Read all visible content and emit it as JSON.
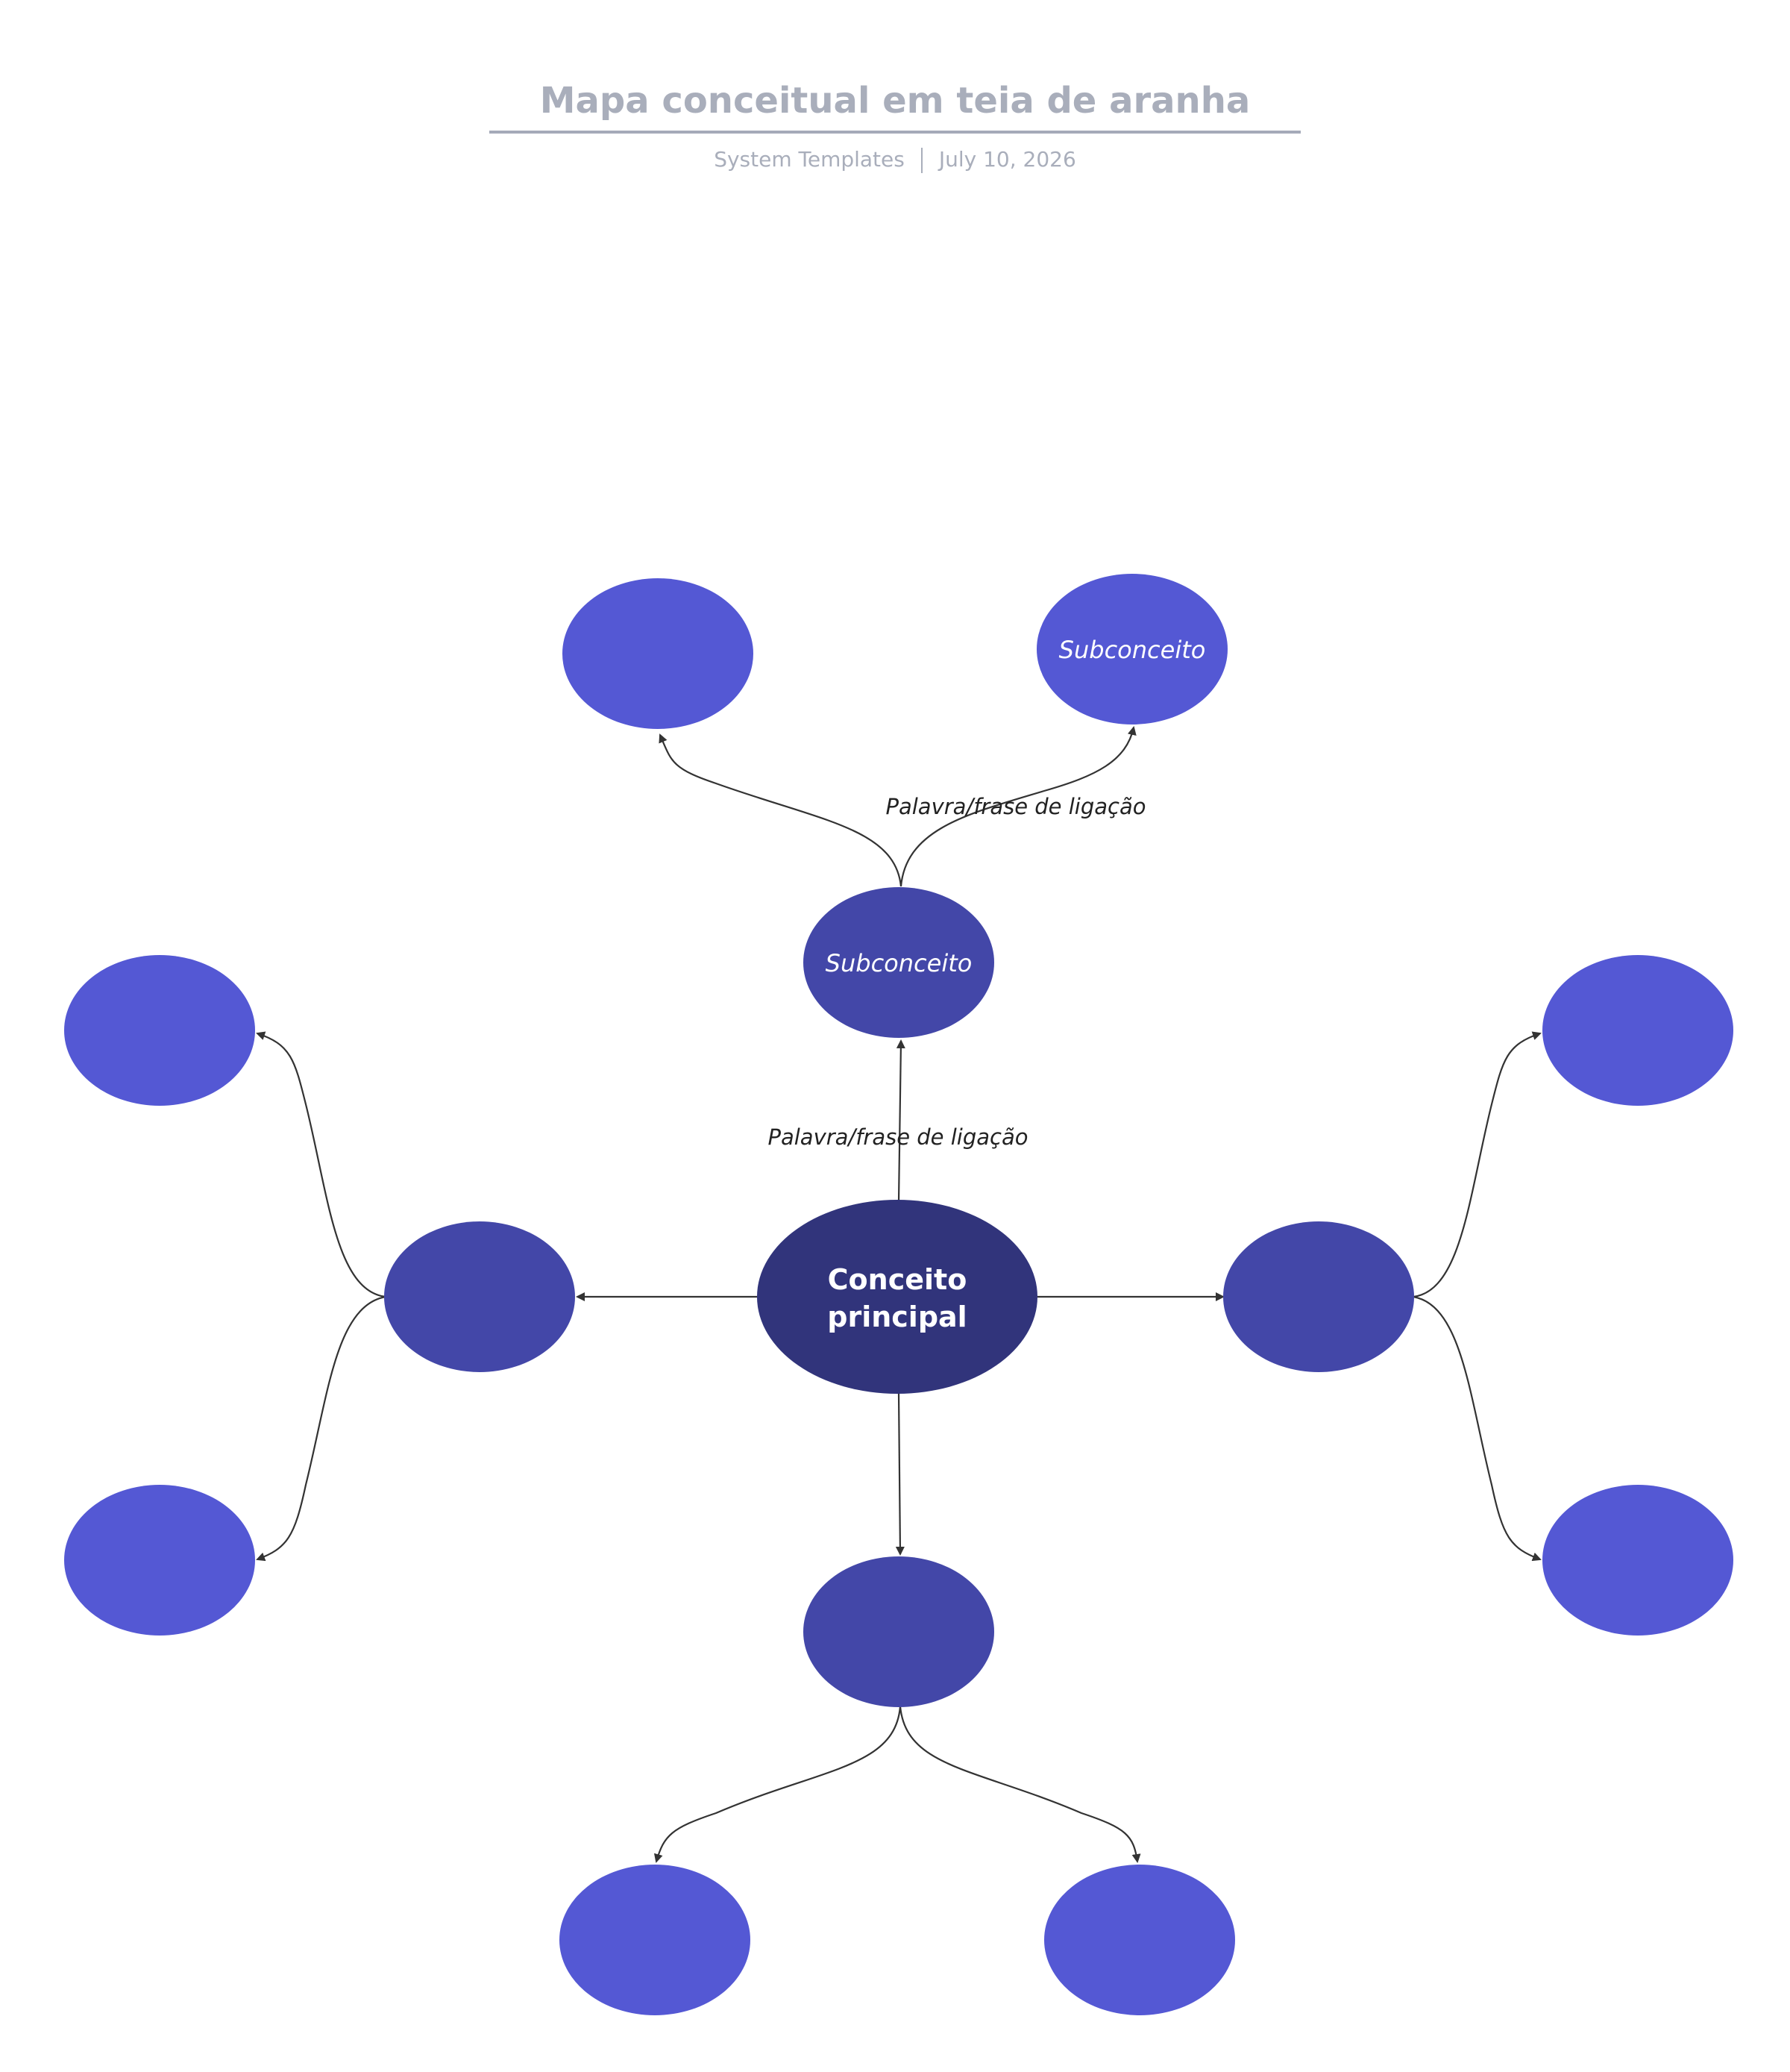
{
  "header": {
    "title": "Mapa conceitual em teia de aranha",
    "author": "System Templates",
    "date": "July 10, 2026"
  },
  "colors": {
    "main_node": "#31347b",
    "sub_node": "#4347a8",
    "leaf_node": "#5458d4",
    "edge": "#333333"
  },
  "diagram": {
    "main_concept": "Conceito principal",
    "subconcept_top": "Subconceito",
    "subconcept_left": "",
    "subconcept_right": "",
    "subconcept_bottom": "",
    "leaf_top_left": "",
    "leaf_top_right": "Subconceito",
    "leaf_left_top": "",
    "leaf_left_bottom": "",
    "leaf_right_top": "",
    "leaf_right_bottom": "",
    "leaf_bottom_left": "",
    "leaf_bottom_right": "",
    "link_main_top": "Palavra/frase de ligação",
    "link_top_right": "Palavra/frase de ligação"
  }
}
